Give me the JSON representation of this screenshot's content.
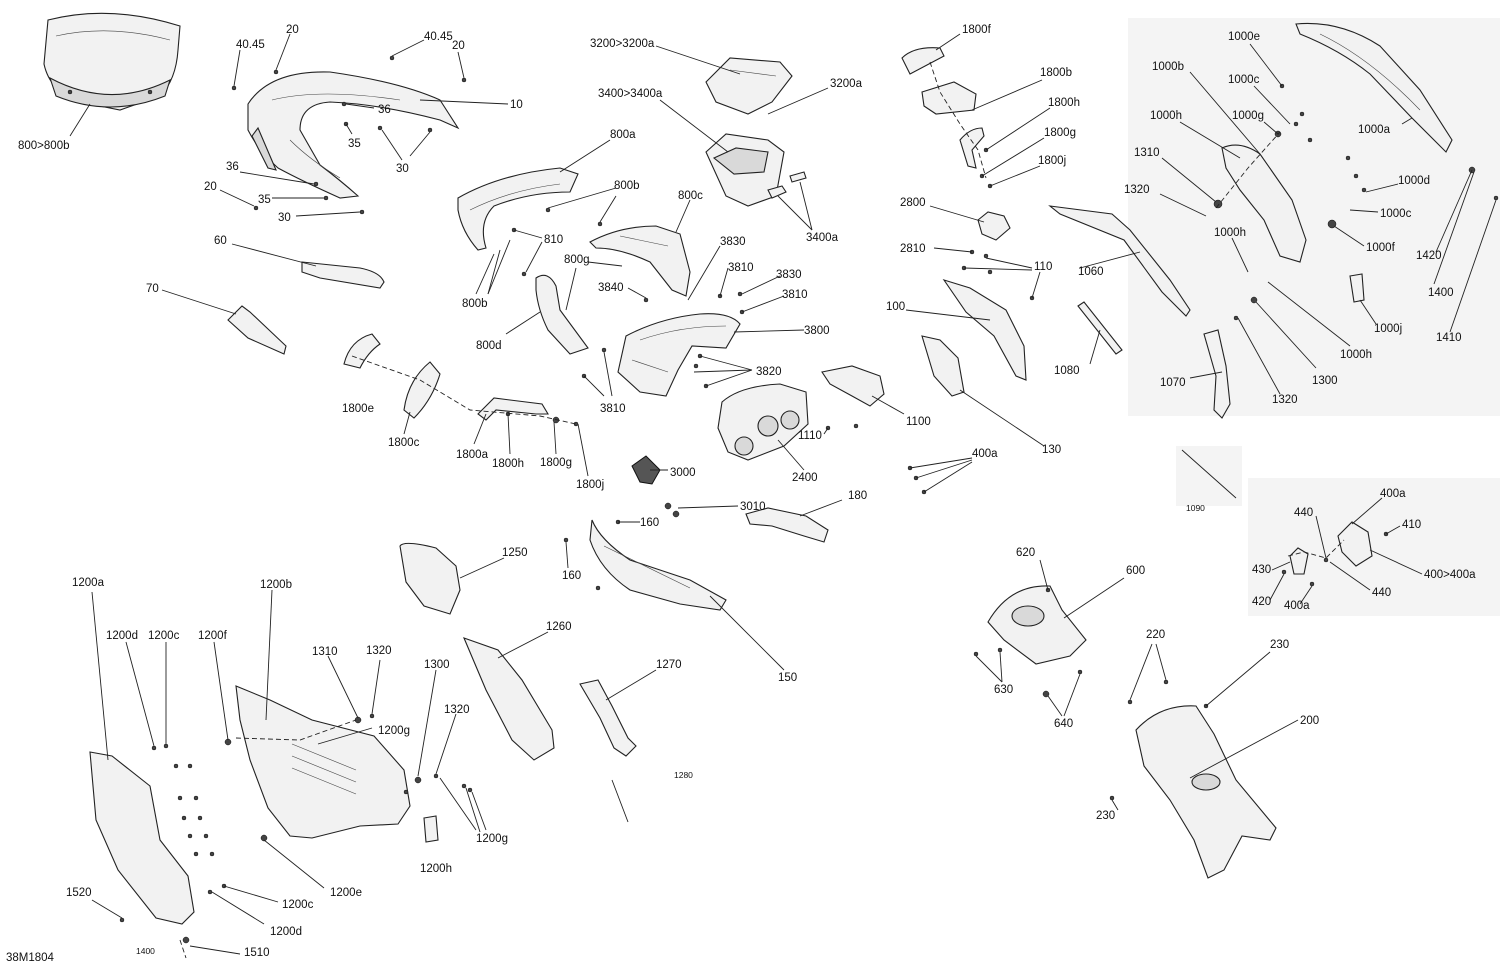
{
  "drawing_id": "38M1804",
  "callouts": {
    "c_800_800b": "800>800b",
    "c_40_45_a": "40.45",
    "c_20_a": "20",
    "c_40_45_b": "40.45",
    "c_20_b": "20",
    "c_36_a": "36",
    "c_10": "10",
    "c_35_a": "35",
    "c_30_a": "30",
    "c_36_b": "36",
    "c_20_c": "20",
    "c_35_b": "35",
    "c_30_b": "30",
    "c_60": "60",
    "c_70": "70",
    "c_3200_3200a": "3200>3200a",
    "c_3200a": "3200a",
    "c_3400_3400a": "3400>3400a",
    "c_800a": "800a",
    "c_800b_a": "800b",
    "c_800c": "800c",
    "c_810": "810",
    "c_3400a": "3400a",
    "c_800g": "800g",
    "c_3830_a": "3830",
    "c_3810_a": "3810",
    "c_3830_b": "3830",
    "c_3840": "3840",
    "c_3810_b": "3810",
    "c_800b_b": "800b",
    "c_800d": "800d",
    "c_3800": "3800",
    "c_3820": "3820",
    "c_3810_c": "3810",
    "c_1800e": "1800e",
    "c_1800c": "1800c",
    "c_1800a": "1800a",
    "c_1800h_a": "1800h",
    "c_1800g_a": "1800g",
    "c_1800j_a": "1800j",
    "c_3000": "3000",
    "c_1110": "1110",
    "c_2400": "2400",
    "c_1100": "1100",
    "c_3010": "3010",
    "c_160_a": "160",
    "c_160_b": "160",
    "c_180": "180",
    "c_150": "150",
    "c_1800f": "1800f",
    "c_1800b": "1800b",
    "c_1800h_b": "1800h",
    "c_1800g_b": "1800g",
    "c_1800j_b": "1800j",
    "c_2800": "2800",
    "c_2810": "2810",
    "c_110": "110",
    "c_100": "100",
    "c_1060": "1060",
    "c_1080": "1080",
    "c_130": "130",
    "c_400a_a": "400a",
    "c_1090": "1090",
    "c_1000e": "1000e",
    "c_1000b": "1000b",
    "c_1000c_a": "1000c",
    "c_1000g": "1000g",
    "c_1000h_a": "1000h",
    "c_1000a": "1000a",
    "c_1310_a": "1310",
    "c_1000d": "1000d",
    "c_1320_a": "1320",
    "c_1000c_b": "1000c",
    "c_1000f": "1000f",
    "c_1000h_b": "1000h",
    "c_1420": "1420",
    "c_1400_a": "1400",
    "c_1000j": "1000j",
    "c_1410": "1410",
    "c_1000h_c": "1000h",
    "c_1070": "1070",
    "c_1300_a": "1300",
    "c_1320_b": "1320",
    "c_400a_b": "400a",
    "c_440_a": "440",
    "c_410": "410",
    "c_430": "430",
    "c_400_400a": "400>400a",
    "c_420": "420",
    "c_400a_c": "400a",
    "c_440_b": "440",
    "c_1250": "1250",
    "c_1260": "1260",
    "c_1270": "1270",
    "c_1280": "1280",
    "c_620": "620",
    "c_600": "600",
    "c_630": "630",
    "c_640": "640",
    "c_220": "220",
    "c_230_a": "230",
    "c_200": "200",
    "c_230_b": "230",
    "c_1200a": "1200a",
    "c_1200b": "1200b",
    "c_1200d_a": "1200d",
    "c_1200c_a": "1200c",
    "c_1200f": "1200f",
    "c_1310_b": "1310",
    "c_1320_c": "1320",
    "c_1300_b": "1300",
    "c_1320_d": "1320",
    "c_1200g_a": "1200g",
    "c_1200g_b": "1200g",
    "c_1200h": "1200h",
    "c_1200e": "1200e",
    "c_1200c_b": "1200c",
    "c_1200d_b": "1200d",
    "c_1520": "1520",
    "c_1400_b": "1400",
    "c_1510": "1510"
  }
}
